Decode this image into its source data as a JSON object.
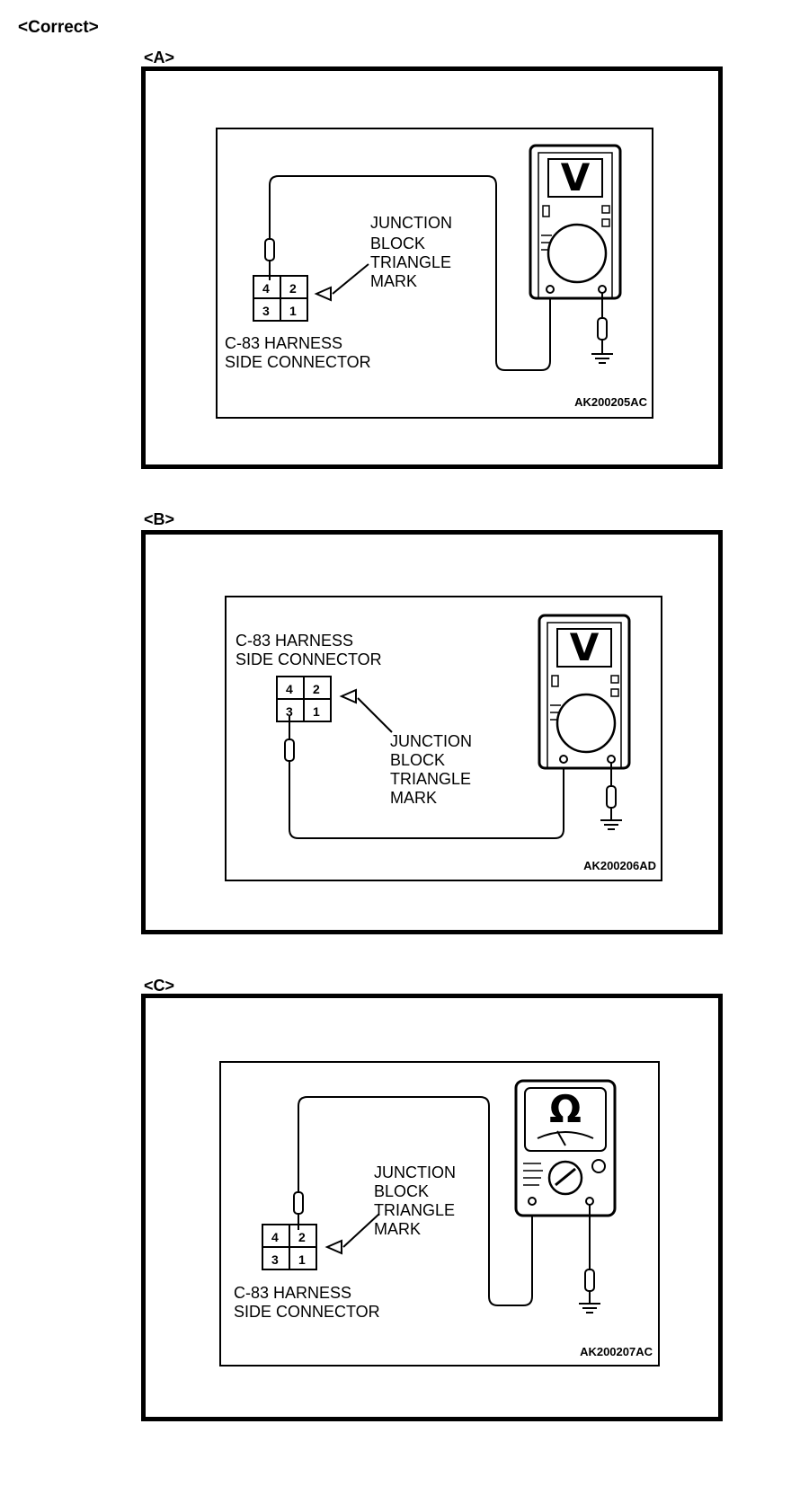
{
  "heading": "<Correct>",
  "panels": {
    "a": {
      "label": "<A>",
      "connector_line1": "C-83 HARNESS",
      "connector_line2": "SIDE CONNECTOR",
      "mark_line1": "JUNCTION",
      "mark_line2": "BLOCK",
      "mark_line3": "TRIANGLE",
      "mark_line4": "MARK",
      "pins": [
        "4",
        "2",
        "3",
        "1"
      ],
      "meter_symbol": "V",
      "ref_code": "AK200205AC",
      "probe_pin": "4",
      "meter_type": "voltmeter"
    },
    "b": {
      "label": "<B>",
      "connector_line1": "C-83 HARNESS",
      "connector_line2": "SIDE CONNECTOR",
      "mark_line1": "JUNCTION",
      "mark_line2": "BLOCK",
      "mark_line3": "TRIANGLE",
      "mark_line4": "MARK",
      "pins": [
        "4",
        "2",
        "3",
        "1"
      ],
      "meter_symbol": "V",
      "ref_code": "AK200206AD",
      "probe_pin": "3",
      "meter_type": "voltmeter"
    },
    "c": {
      "label": "<C>",
      "connector_line1": "C-83 HARNESS",
      "connector_line2": "SIDE CONNECTOR",
      "mark_line1": "JUNCTION",
      "mark_line2": "BLOCK",
      "mark_line3": "TRIANGLE",
      "mark_line4": "MARK",
      "pins": [
        "4",
        "2",
        "3",
        "1"
      ],
      "meter_symbol": "Ω",
      "ref_code": "AK200207AC",
      "probe_pin": "2",
      "meter_type": "ohmmeter"
    }
  }
}
